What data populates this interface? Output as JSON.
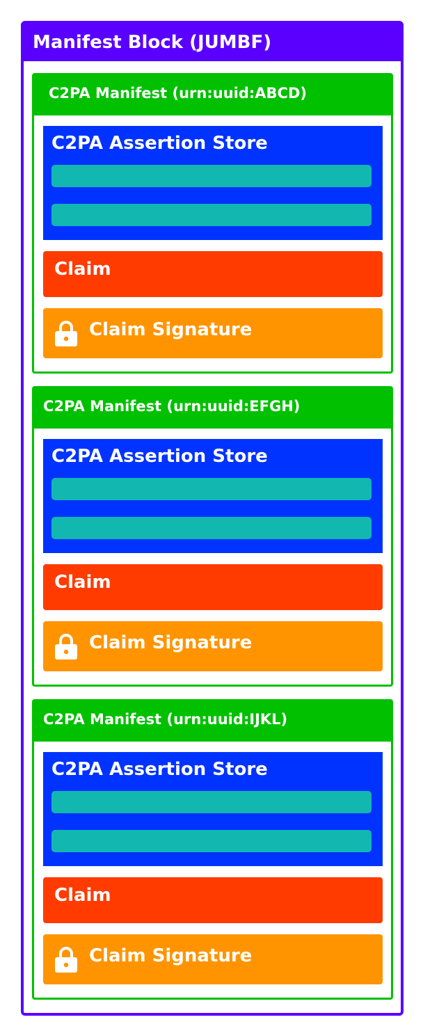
{
  "block": {
    "title": "Manifest Block (JUMBF)"
  },
  "manifests": [
    {
      "title": "C2PA Manifest (urn:uuid:ABCD)",
      "assertion_store": "C2PA Assertion Store",
      "claim": "Claim",
      "signature": "Claim Signature"
    },
    {
      "title": "C2PA Manifest (urn:uuid:EFGH)",
      "assertion_store": "C2PA Assertion Store",
      "claim": "Claim",
      "signature": "Claim Signature"
    },
    {
      "title": "C2PA Manifest (urn:uuid:IJKL)",
      "assertion_store": "C2PA Assertion Store",
      "claim": "Claim",
      "signature": "Claim Signature"
    }
  ],
  "colors": {
    "block": "#5a00ff",
    "manifest": "#00c000",
    "assertion_store": "#0033ff",
    "assertion": "#12b8b0",
    "claim": "#ff3b00",
    "signature": "#ff9400"
  }
}
